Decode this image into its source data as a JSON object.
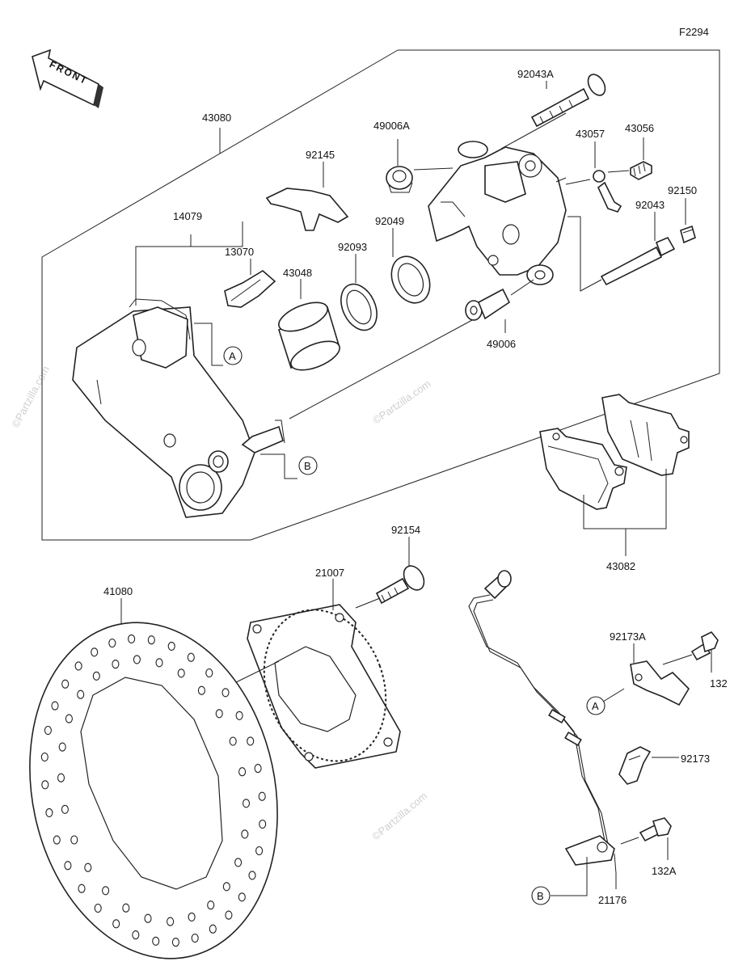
{
  "figure_code": "F2294",
  "front_label": "FRONT",
  "watermark": "©Partzilla.com",
  "callouts": {
    "a": "A",
    "b": "B"
  },
  "parts": {
    "p43080": "43080",
    "p14079": "14079",
    "p13070": "13070",
    "p92145": "92145",
    "p43048": "43048",
    "p92093": "92093",
    "p92049": "92049",
    "p49006a": "49006A",
    "p49006": "49006",
    "p92043a": "92043A",
    "p43057": "43057",
    "p43056": "43056",
    "p92150": "92150",
    "p92043": "92043",
    "p43082": "43082",
    "p92154": "92154",
    "p21007": "21007",
    "p41080": "41080",
    "p92173a": "92173A",
    "p132": "132",
    "p92173": "92173",
    "p132a": "132A",
    "p21176": "21176"
  }
}
